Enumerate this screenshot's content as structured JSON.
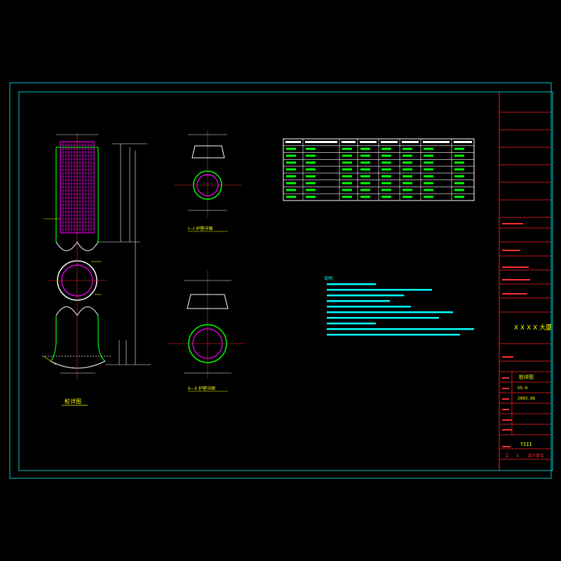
{
  "drawing": {
    "title_block": {
      "project_title": "X X X X 大厦",
      "drawing_name": "桩详图",
      "drawing_no": "GS-6",
      "date": "2003.06",
      "scale": "TIII",
      "footer": "设计单位",
      "footer_left": "工",
      "footer_mid": "X"
    },
    "labels": {
      "main_view": "桩详图",
      "top_section": "I—I  护壁详图",
      "bottom_section": "II—II  护壁详图",
      "notes_title": "说明："
    }
  }
}
